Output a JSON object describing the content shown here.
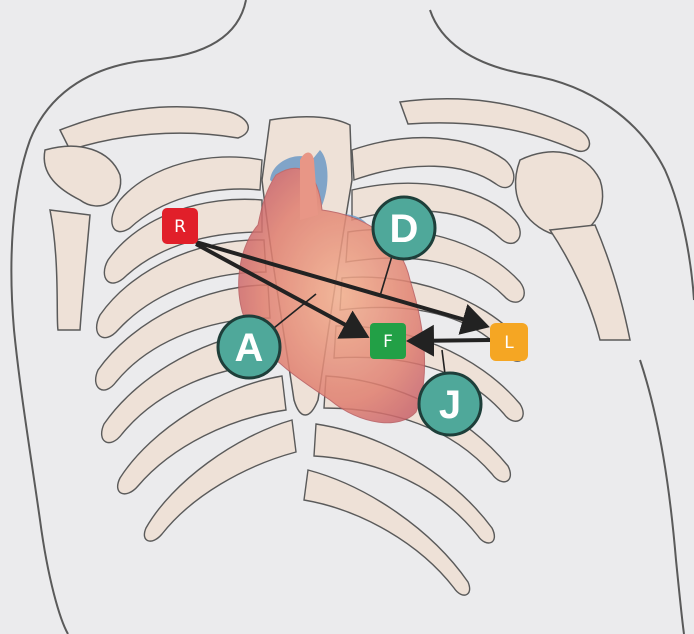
{
  "electrodes": {
    "R": {
      "label": "R",
      "color": "#e11f2a"
    },
    "L": {
      "label": "L",
      "color": "#f5a623"
    },
    "F": {
      "label": "F",
      "color": "#22a046"
    }
  },
  "callouts": {
    "A": {
      "label": "A"
    },
    "D": {
      "label": "D"
    },
    "J": {
      "label": "J"
    },
    "color": "#4fa89a"
  },
  "colors": {
    "background": "#ebebed",
    "bone": "#eee1d7",
    "outline": "#5a5a5a",
    "heart": "#e8896f",
    "vessels": "#6d9ac6",
    "arrow": "#222222"
  },
  "icons": [
    "rib-cage-illustration",
    "heart-illustration"
  ]
}
